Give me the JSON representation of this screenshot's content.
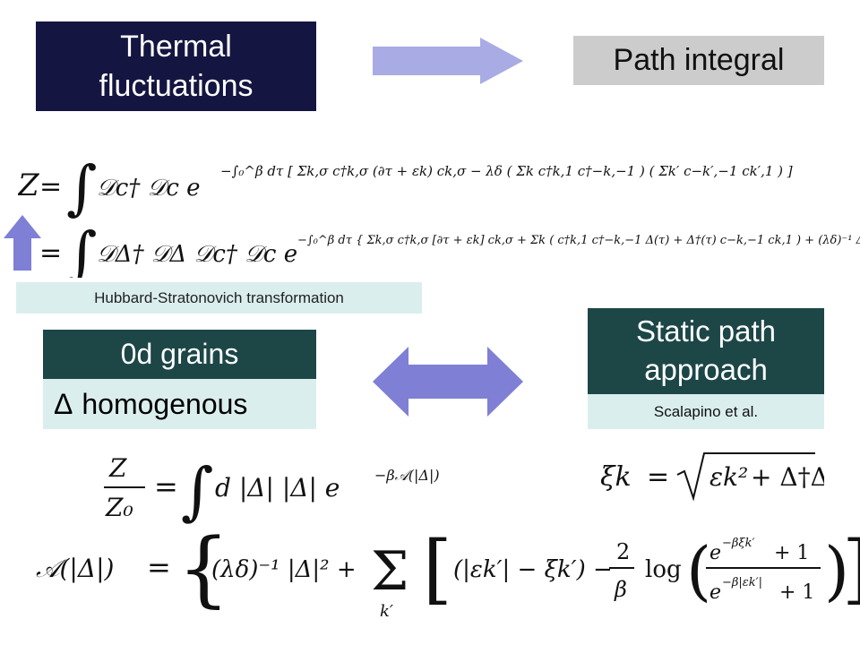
{
  "thermal": {
    "line1": "Thermal",
    "line2": "fluctuations"
  },
  "path_integral": "Path integral",
  "hs_transform": "Hubbard-Stratonovich transformation",
  "grains": {
    "title": "0d grains",
    "delta": "Δ",
    "body": "homogenous"
  },
  "static_path": {
    "line1": "Static path",
    "line2": "approach",
    "credit": "Scalapino et al."
  },
  "colors": {
    "dark_navy": "#141540",
    "dark_teal": "#1d4647",
    "light_teal": "#dbeeee",
    "grey": "#cccccc",
    "arrow_light": "#a9abe4",
    "arrow_mid": "#7f7fd6"
  },
  "icons": [
    "right-arrow-icon",
    "up-arrow-icon",
    "double-arrow-icon"
  ]
}
